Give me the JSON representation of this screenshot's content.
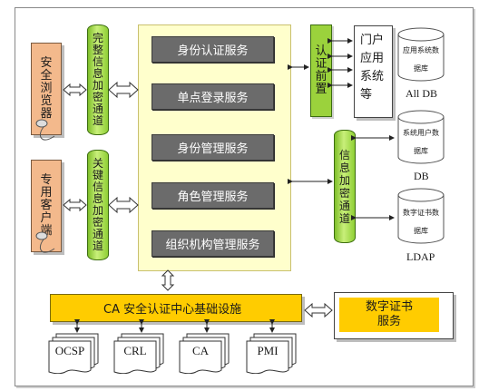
{
  "diagram": {
    "left_clients": [
      {
        "label": "安全浏览器",
        "icon": "mouse-cable-icon"
      },
      {
        "label": "专用客户端",
        "icon": "mouse-cable-icon"
      }
    ],
    "left_channels": [
      {
        "label": "完整信息加密通道"
      },
      {
        "label": "关键信息加密通道"
      }
    ],
    "services": [
      "身份认证服务",
      "单点登录服务",
      "身份管理服务",
      "角色管理服务",
      "组织机构管理服务"
    ],
    "front_end": "认证前置",
    "portal": "门户应用系统等",
    "right_channel": "信息加密通道",
    "databases": [
      {
        "inner": "应用系统数据库",
        "label": "All DB"
      },
      {
        "inner": "系统用户数据库",
        "label": "DB"
      },
      {
        "inner": "数字证书数据库",
        "label": "LDAP"
      }
    ],
    "ca_bar": "CA 安全认证中心基础设施",
    "cert_service": [
      "数字证书",
      "服务"
    ],
    "docs": [
      "OCSP",
      "CRL",
      "CA",
      "PMI"
    ]
  },
  "colors": {
    "client_fill": "#f3b98c",
    "channel_green": "#8fcf35",
    "panel_yellow": "#ffffcc",
    "service_gray": "#6b6b6b",
    "ca_yellow": "#ffcc00"
  }
}
